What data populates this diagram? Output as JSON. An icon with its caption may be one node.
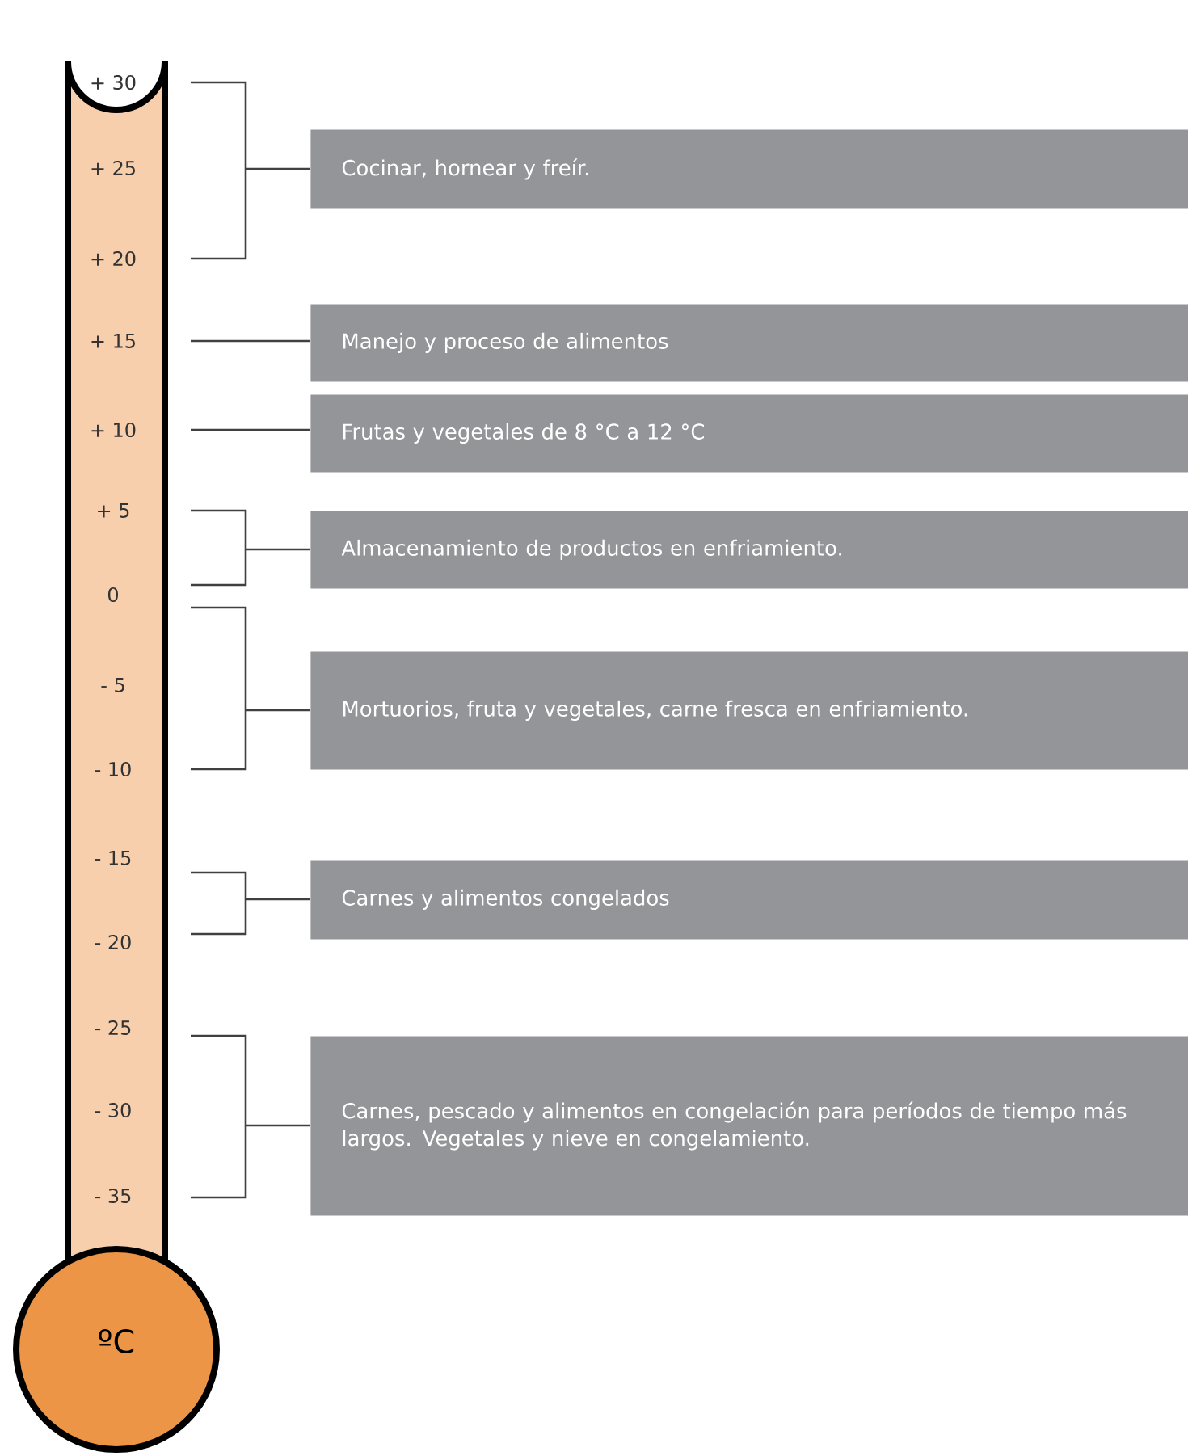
{
  "diagram": {
    "nodes": [
      {
        "text": [
          "Cocinar, hornear y freír."
        ]
      },
      {
        "text": [
          "Manejo y proceso de alimentos"
        ]
      },
      {
        "text": [
          "Frutas y vegetales de 8 °C a 12 °C"
        ]
      },
      {
        "text": [
          "Almacenamiento de productos en enfriamiento."
        ]
      },
      {
        "text": [
          "Mortuorios, fruta y vegetales, carne fresca en enfriamiento."
        ]
      },
      {
        "text": [
          "Carnes y alimentos congelados"
        ]
      },
      {
        "text": [
          "Carnes, pescado y alimentos en congelación para períodos de tiempo más largos. Vegetales y nieve en congelamiento."
        ]
      }
    ],
    "labels": [
      "+ 30",
      "+ 25",
      "+ 20",
      "+ 15",
      "+ 10",
      "+ 5",
      "0",
      "- 5",
      "- 10",
      "- 15",
      "- 20",
      "- 25",
      "- 30",
      "- 35",
      "ºC"
    ]
  }
}
